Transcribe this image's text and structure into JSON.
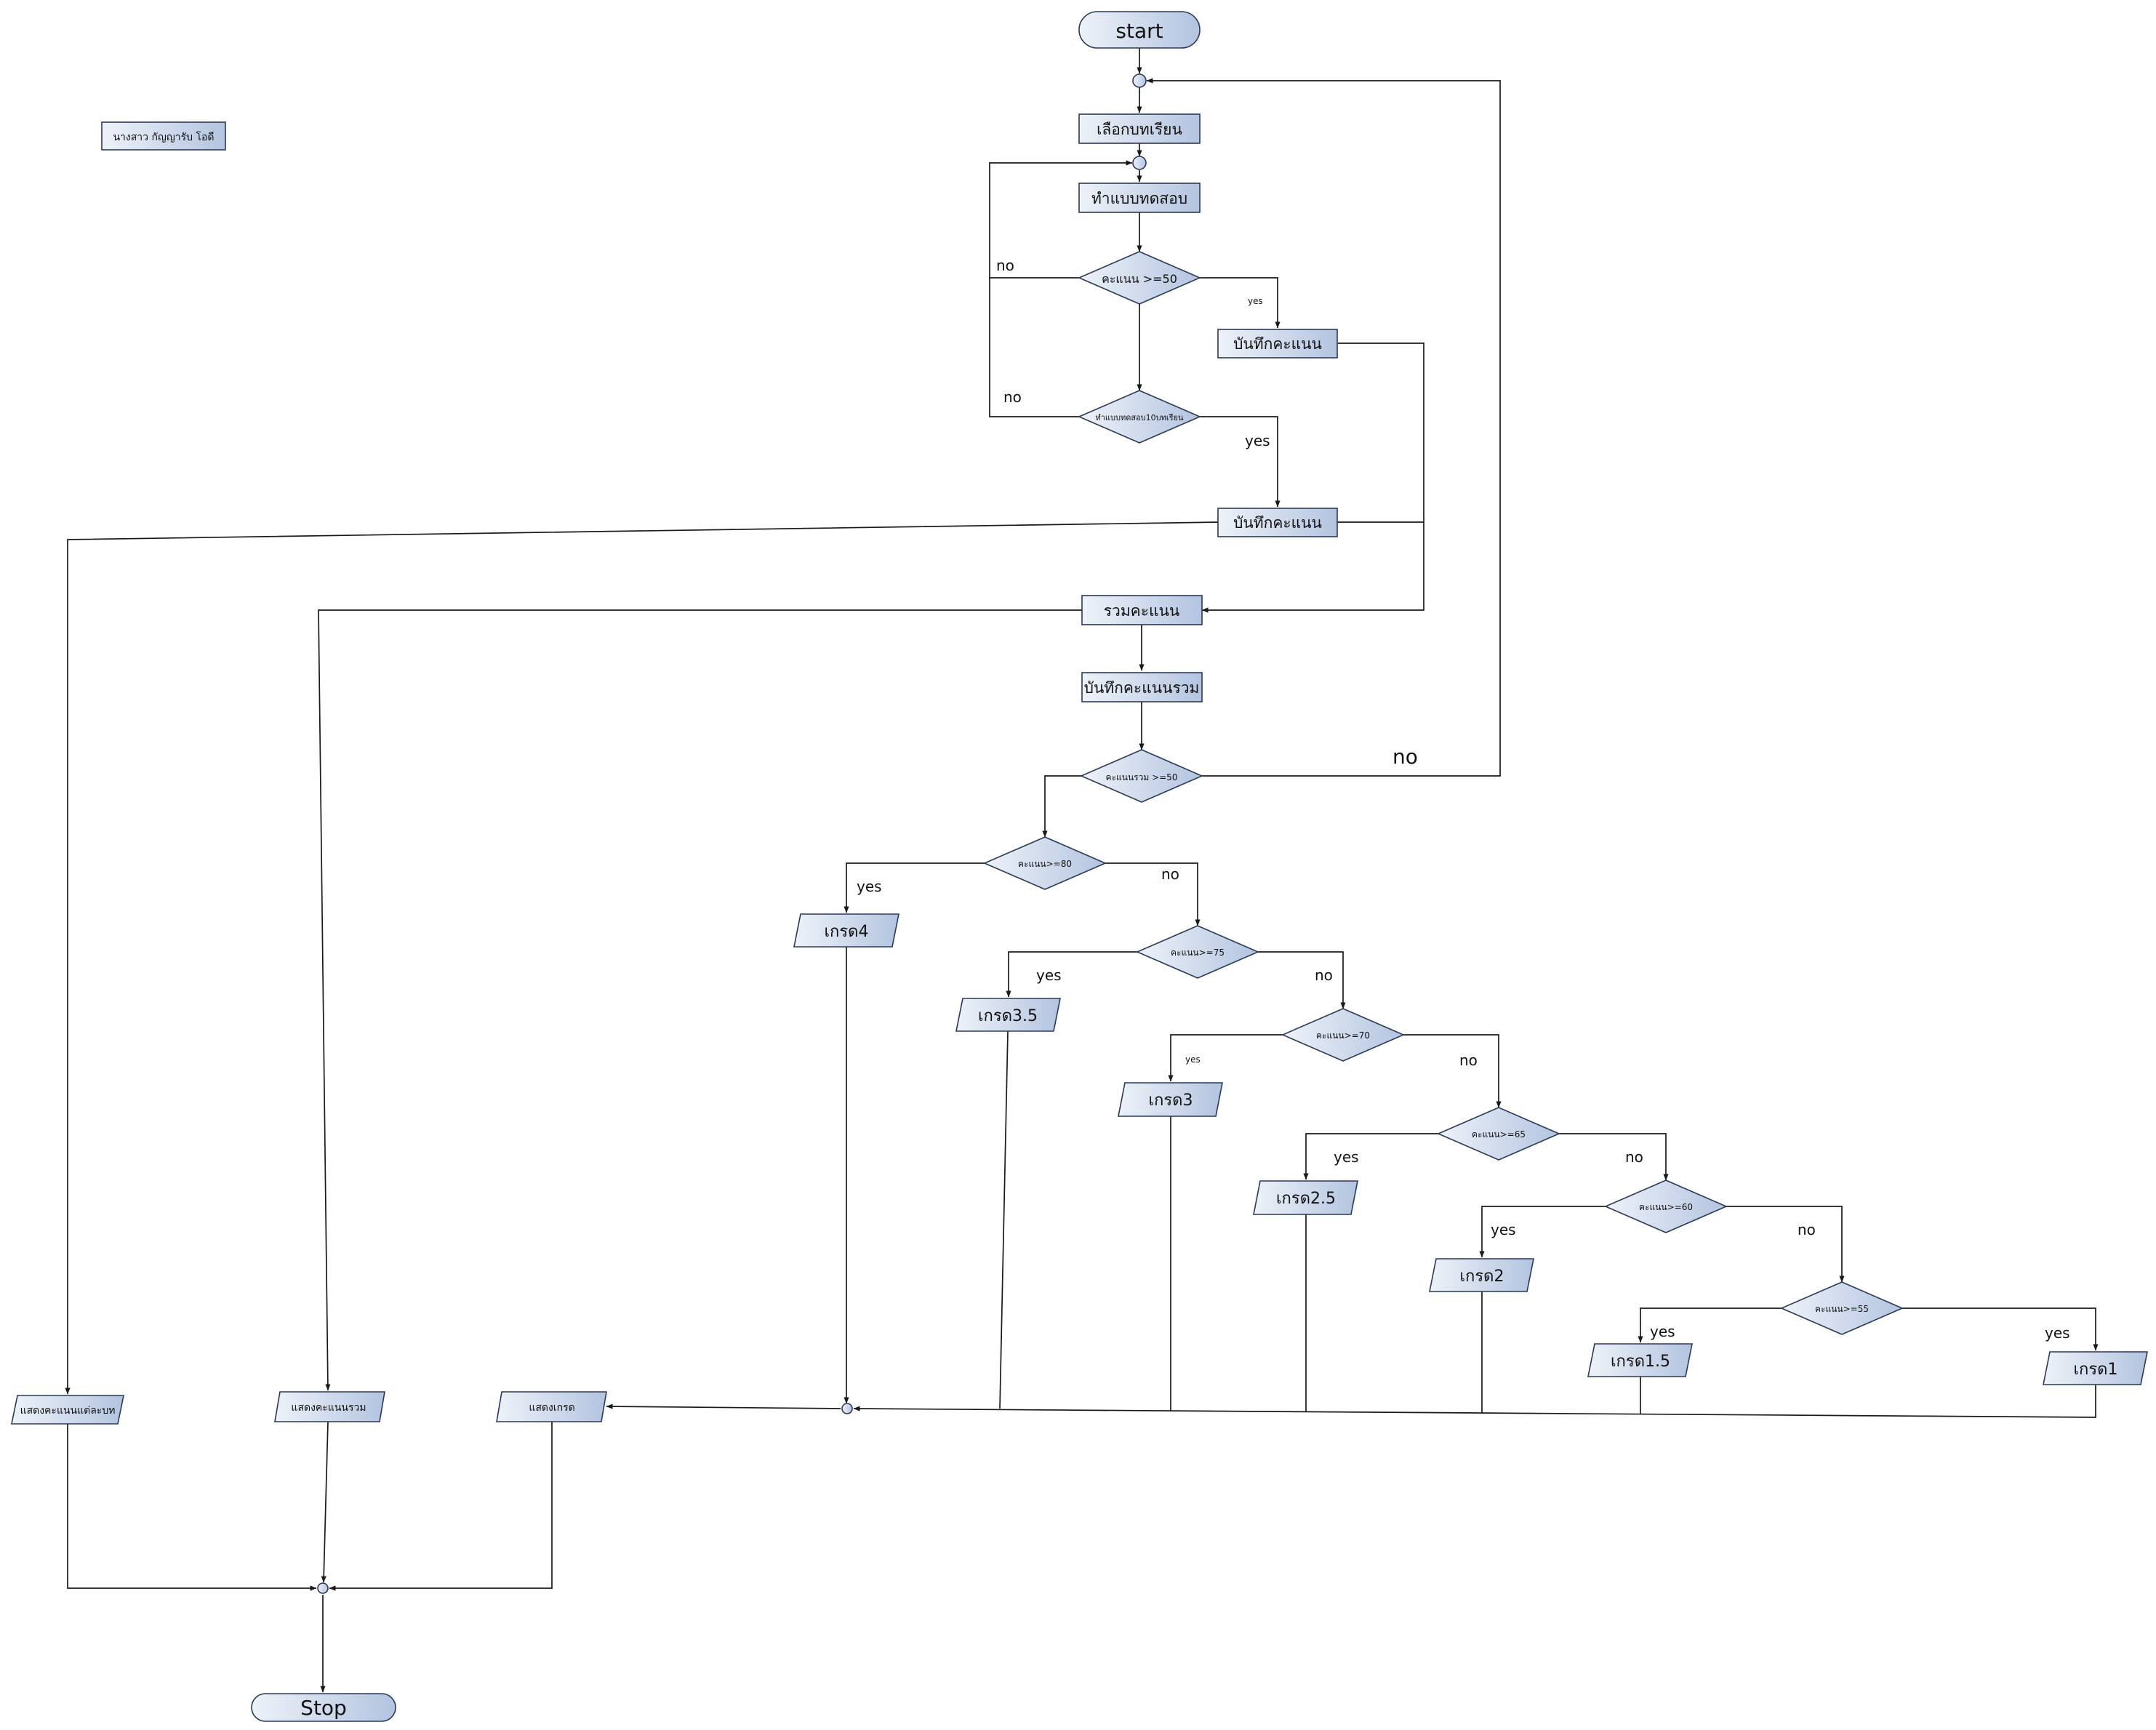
{
  "author_note": "นางสาว กัญญารับ โอดี",
  "colors": {
    "fill_light": "#eef2f9",
    "fill_dark": "#b3c4e0",
    "stroke": "#2a3a55",
    "edge": "#1a1a1a"
  },
  "nodes": {
    "start": "start",
    "choose_lesson": "เลือกบทเรียน",
    "do_test": "ทำแบบทดสอบ",
    "score_ge_50": "คะแนน >=50",
    "save_score_1": "บันทึกคะแนน",
    "test_10_times": "ทำแบบทดสอบ10บทเรียน",
    "save_score_2": "บันทึกคะแนน",
    "sum_score": "รวมคะแนน",
    "save_total": "บันทึกคะแนนรวม",
    "total_ge_50": "คะแนนรวม >=50",
    "score_ge_80": "คะแนน>=80",
    "score_ge_75": "คะแนน>=75",
    "score_ge_70": "คะแนน>=70",
    "score_ge_65": "คะแนน>=65",
    "score_ge_60": "คะแนน>=60",
    "score_ge_55": "คะแนน>=55",
    "grade_4": "เกรด4",
    "grade_3_5": "เกรด3.5",
    "grade_3": "เกรด3",
    "grade_2_5": "เกรด2.5",
    "grade_2": "เกรด2",
    "grade_1_5": "เกรด1.5",
    "grade_1": "เกรด1",
    "show_each_lesson": "แสดงคะแนนแต่ละบท",
    "show_total": "แสดงคะแนนรวม",
    "show_grade": "แสดงเกรด",
    "stop": "Stop"
  },
  "edge_labels": {
    "no_50": "no",
    "yes_50": "yes",
    "no_10": "no",
    "yes_10": "yes",
    "no_total": "no",
    "yes_80": "yes",
    "no_80": "no",
    "yes_75": "yes",
    "no_75": "no",
    "yes_70": "yes",
    "no_70": "no",
    "yes_65": "yes",
    "no_65": "no",
    "yes_60": "yes",
    "no_60": "no",
    "yes_55": "yes",
    "yes_55b": "yes"
  }
}
